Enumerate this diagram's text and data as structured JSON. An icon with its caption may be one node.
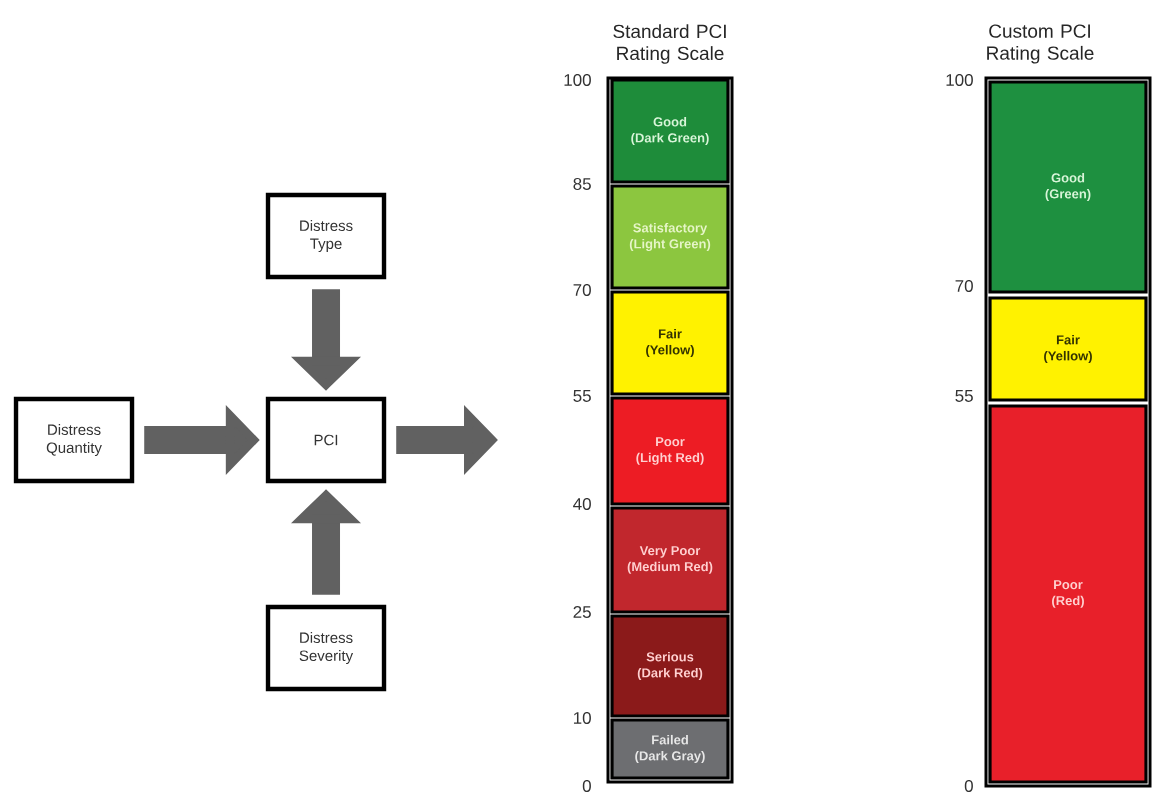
{
  "diagram": {
    "nodes": [
      {
        "text": [
          "Distress Type"
        ]
      },
      {
        "text": [
          "Distress Quantity"
        ]
      },
      {
        "text": [
          "PCI"
        ]
      },
      {
        "text": [
          "Distress Severity"
        ]
      },
      {
        "text": [
          "Standard PCI Rating Scale"
        ],
        "beside": [
          "100",
          "85",
          "70",
          "55",
          "40",
          "25",
          "10",
          "0"
        ]
      },
      {
        "text": [
          "Good",
          "(Dark Green)"
        ],
        "in": 4
      },
      {
        "text": [
          "Satisfactory",
          "(Light Green)"
        ],
        "in": 4
      },
      {
        "text": [
          "Fair",
          "(Yellow)"
        ],
        "in": 4
      },
      {
        "text": [
          "Poor",
          "(Light Red)"
        ],
        "in": 4
      },
      {
        "text": [
          "Very Poor",
          "(Medium Red)"
        ],
        "in": 4
      },
      {
        "text": [
          "Serious",
          "(Dark Red)"
        ],
        "in": 4
      },
      {
        "text": [
          "Failed",
          "(Dark Gray)"
        ],
        "in": 4
      },
      {
        "text": [
          "Custom PCI Rating Scale"
        ],
        "beside": [
          "100",
          "70",
          "55",
          "0"
        ]
      },
      {
        "text": [
          "Good",
          "(Green)"
        ],
        "in": 12
      },
      {
        "text": [
          "Fair",
          "(Yellow)"
        ],
        "in": 12
      },
      {
        "text": [
          "Poor",
          "(Red)"
        ],
        "in": 12
      }
    ],
    "edges": [
      {
        "from": 0,
        "to": 2,
        "arrow": "to"
      },
      {
        "from": 1,
        "to": 2,
        "arrow": "to"
      },
      {
        "from": 3,
        "to": 2,
        "arrow": "to"
      },
      {
        "from": 2,
        "to": null,
        "arrow": "to"
      }
    ]
  }
}
